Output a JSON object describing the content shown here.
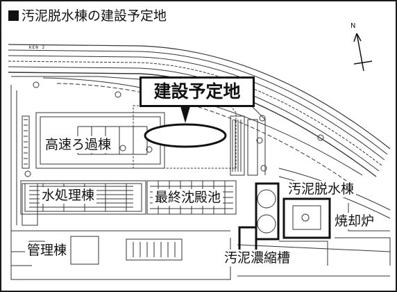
{
  "title": "汚泥脱水棟の建設予定地",
  "callout": "建設予定地",
  "labels": {
    "kousoku_roka": "高速ろ過棟",
    "mizushori": "水処理棟",
    "saishu_chinden": "最終沈殿池",
    "odei_dassui": "汚泥脱水棟",
    "shoukyakuro": "焼却炉",
    "kanri": "管理棟",
    "odei_noushuku": "汚泥濃縮槽"
  },
  "north_letter": "N",
  "road_tag": "KEN 2",
  "colors": {
    "ink": "#111111",
    "paper": "#ffffff",
    "line": "#333333"
  }
}
